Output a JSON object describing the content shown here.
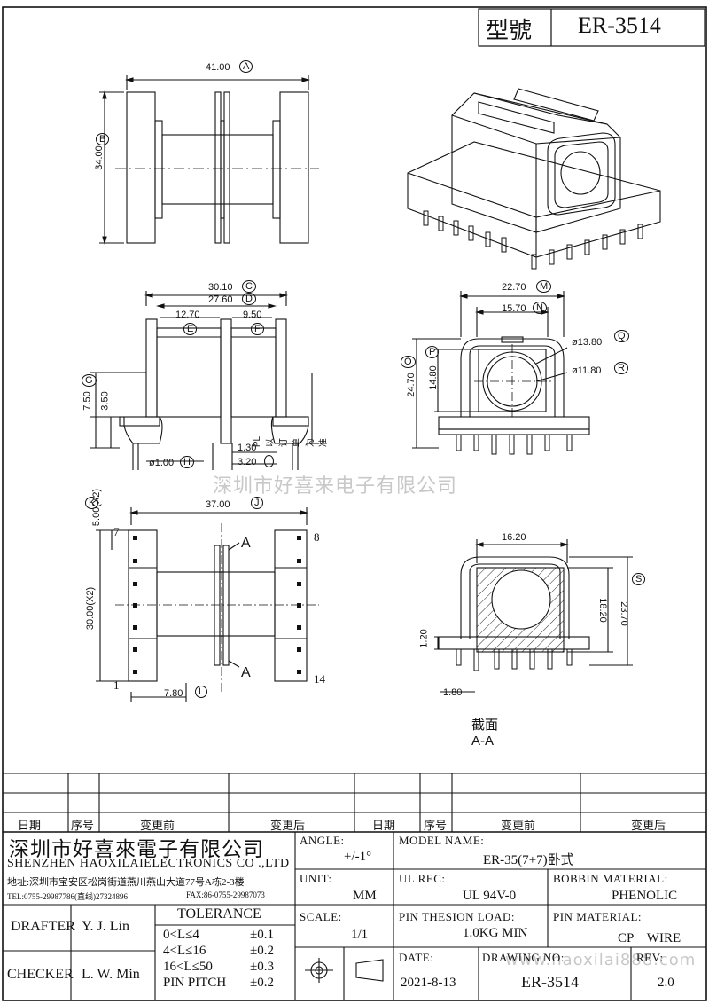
{
  "header": {
    "model_label": "型號",
    "model_value": "ER-3514"
  },
  "watermark": {
    "company": "深圳市好喜来电子有限公司",
    "url": "www.haoxilai888.com"
  },
  "drawing": {
    "top": {
      "width": "41.00",
      "width_tag": "A",
      "height": "34.00",
      "height_tag": "B"
    },
    "front": {
      "overall": "30.10",
      "overall_tag": "C",
      "inner": "27.60",
      "inner_tag": "D",
      "left_slot": "12.70",
      "left_slot_tag": "E",
      "right_slot": "9.50",
      "right_slot_tag": "F",
      "h_total": "7.50",
      "h_total_tag": "G",
      "h_base": "3.50",
      "pin_dia": "ø1.00",
      "pin_dia_tag": "H",
      "flange_t": "1.30",
      "pin_len": "3.20",
      "pin_len_tag": "I",
      "pl_note": "PL以订单为准"
    },
    "side": {
      "width": "22.70",
      "width_tag": "M",
      "inner": "15.70",
      "inner_tag": "N",
      "height": "24.70",
      "height_tag": "O",
      "window": "14.80",
      "window_tag": "P",
      "od": "ø13.80",
      "od_tag": "Q",
      "id": "ø11.80",
      "id_tag": "R"
    },
    "bottom": {
      "length": "37.00",
      "length_tag": "J",
      "pitch": "5.00(X2)",
      "pitch_tag": "K",
      "span": "30.00(X2)",
      "offset": "7.80",
      "offset_tag": "L",
      "pin_7": "7",
      "pin_8": "8",
      "pin_1": "1",
      "pin_14": "14",
      "section_mark": "A"
    },
    "section": {
      "width": "16.20",
      "h_inner": "18.20",
      "h_total": "23.70",
      "h_total_tag": "S",
      "base_t": "1.20",
      "pin_offset": "1.80",
      "caption": "截面　A-A"
    }
  },
  "revision_table": {
    "headers": [
      "日期",
      "序号",
      "变更前",
      "变更后",
      "日期",
      "序号",
      "变更前",
      "变更后"
    ]
  },
  "title_block": {
    "company_cn": "深圳市好喜來電子有限公司",
    "company_en": "SHENZHEN HAOXILAIELECTRONICS CO .,LTD",
    "address": "地址:深圳市宝安区松岗街道燕川燕山大道77号A栋2-3楼",
    "tel": "TEL:0755-29987786(直线)27324896",
    "fax": "FAX:86-0755-29987073",
    "angle_label": "ANGLE:",
    "angle_value": "+/-1°",
    "model_name_label": "MODEL NAME:",
    "model_name_value": "ER-35(7+7)卧式",
    "unit_label": "UNIT:",
    "unit_value": "MM",
    "ul_label": "UL REC:",
    "ul_value": "UL 94V-0",
    "bobbin_label": "BOBBIN MATERIAL:",
    "bobbin_value": "PHENOLIC",
    "drafter_label": "DRAFTER",
    "drafter_value": "Y. J. Lin",
    "checker_label": "CHECKER",
    "checker_value": "L. W. Min",
    "tolerance_title": "TOLERANCE",
    "tolerance_rows": [
      {
        "range": "0<L≤4",
        "tol": "±0.1"
      },
      {
        "range": "4<L≤16",
        "tol": "±0.2"
      },
      {
        "range": "16<L≤50",
        "tol": "±0.3"
      },
      {
        "range": "PIN PITCH",
        "tol": "±0.2"
      }
    ],
    "scale_label": "SCALE:",
    "scale_value": "1/1",
    "pin_load_label": "PIN THESION LOAD:",
    "pin_load_value": "1.0KG MIN",
    "pin_mat_label": "PIN MATERIAL:",
    "pin_mat_value": "CP　WIRE",
    "date_label": "DATE:",
    "date_value": "2021-8-13",
    "drawing_no_label": "DRAWING NO:",
    "drawing_no_value": "ER-3514",
    "rev_label": "REV:",
    "rev_value": "2.0"
  }
}
